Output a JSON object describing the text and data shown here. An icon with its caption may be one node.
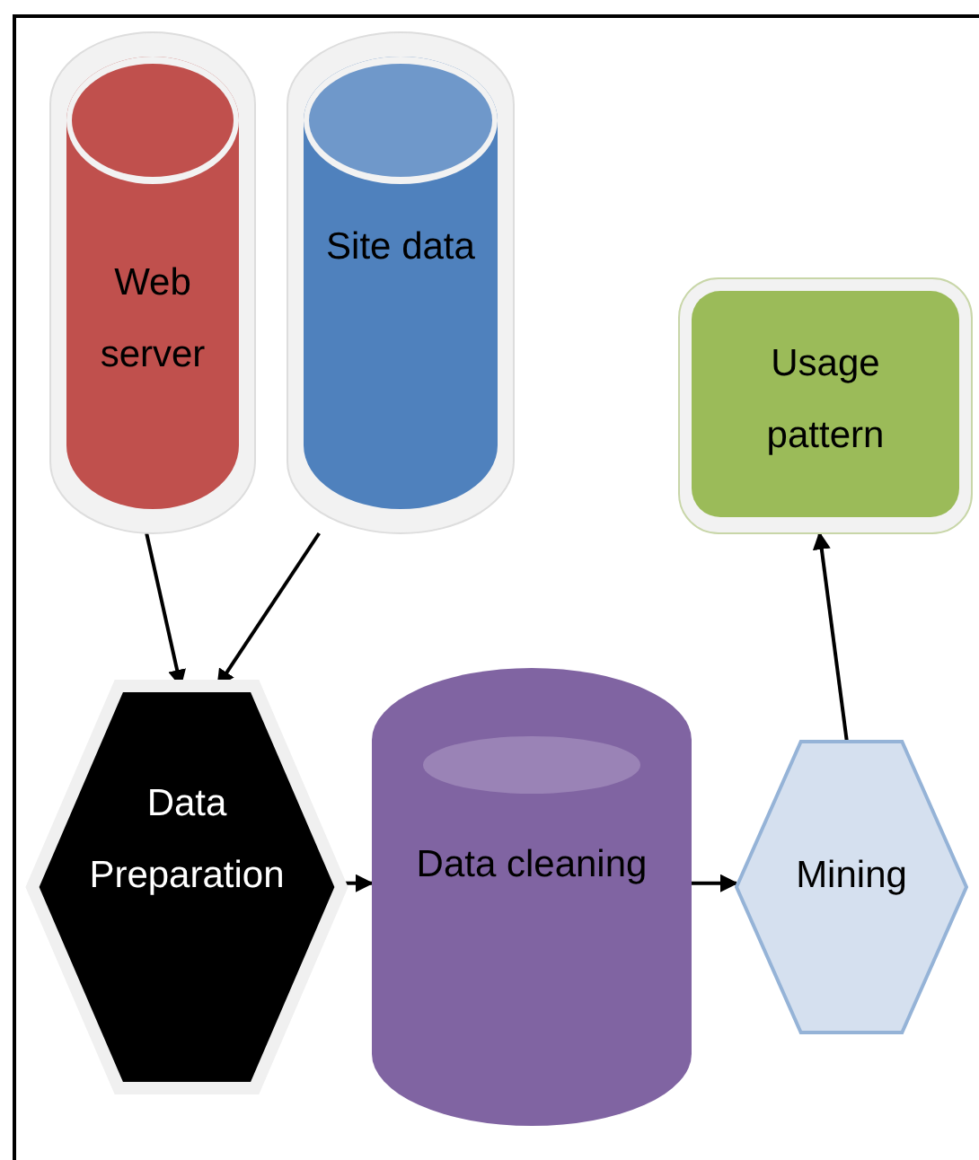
{
  "diagram": {
    "nodes": [
      {
        "text": [
          "Web server"
        ]
      },
      {
        "text": [
          "Site data"
        ]
      },
      {
        "text": [
          "Usage pattern"
        ]
      },
      {
        "text": [
          "Data Preparation"
        ]
      },
      {
        "text": [
          "Data cleaning"
        ]
      },
      {
        "text": [
          "Mining"
        ]
      }
    ],
    "edges": [
      {
        "from": 0,
        "to": 3,
        "arrow": "to"
      },
      {
        "from": 1,
        "to": 3,
        "arrow": "to"
      },
      {
        "from": 3,
        "to": 4,
        "arrow": "to"
      },
      {
        "from": 4,
        "to": 5,
        "arrow": "to"
      },
      {
        "from": 5,
        "to": 2,
        "arrow": "to"
      }
    ]
  }
}
